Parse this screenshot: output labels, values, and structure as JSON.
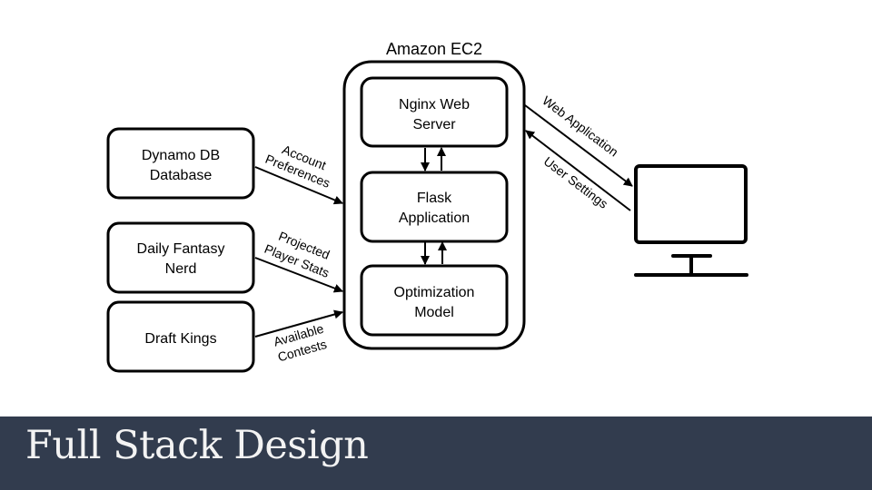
{
  "slide": {
    "title": "Full Stack Design",
    "footer_color": "#323c4e"
  },
  "diagram": {
    "container": {
      "label": "Amazon EC2"
    },
    "sources": [
      {
        "id": "dynamo",
        "lines": [
          "Dynamo DB",
          "Database"
        ],
        "edge_label": [
          "Account",
          "Preferences"
        ]
      },
      {
        "id": "dfn",
        "lines": [
          "Daily Fantasy",
          "Nerd"
        ],
        "edge_label": [
          "Projected",
          "Player Stats"
        ]
      },
      {
        "id": "dk",
        "lines": [
          "Draft Kings"
        ],
        "edge_label": [
          "Available",
          "Contests"
        ]
      }
    ],
    "services": [
      {
        "id": "nginx",
        "lines": [
          "Nginx Web",
          "Server"
        ]
      },
      {
        "id": "flask",
        "lines": [
          "Flask",
          "Application"
        ]
      },
      {
        "id": "opt",
        "lines": [
          "Optimization",
          "Model"
        ]
      }
    ],
    "client": {
      "icon": "monitor-icon",
      "edge_out_label": "Web Application",
      "edge_in_label": "User Settings"
    }
  }
}
